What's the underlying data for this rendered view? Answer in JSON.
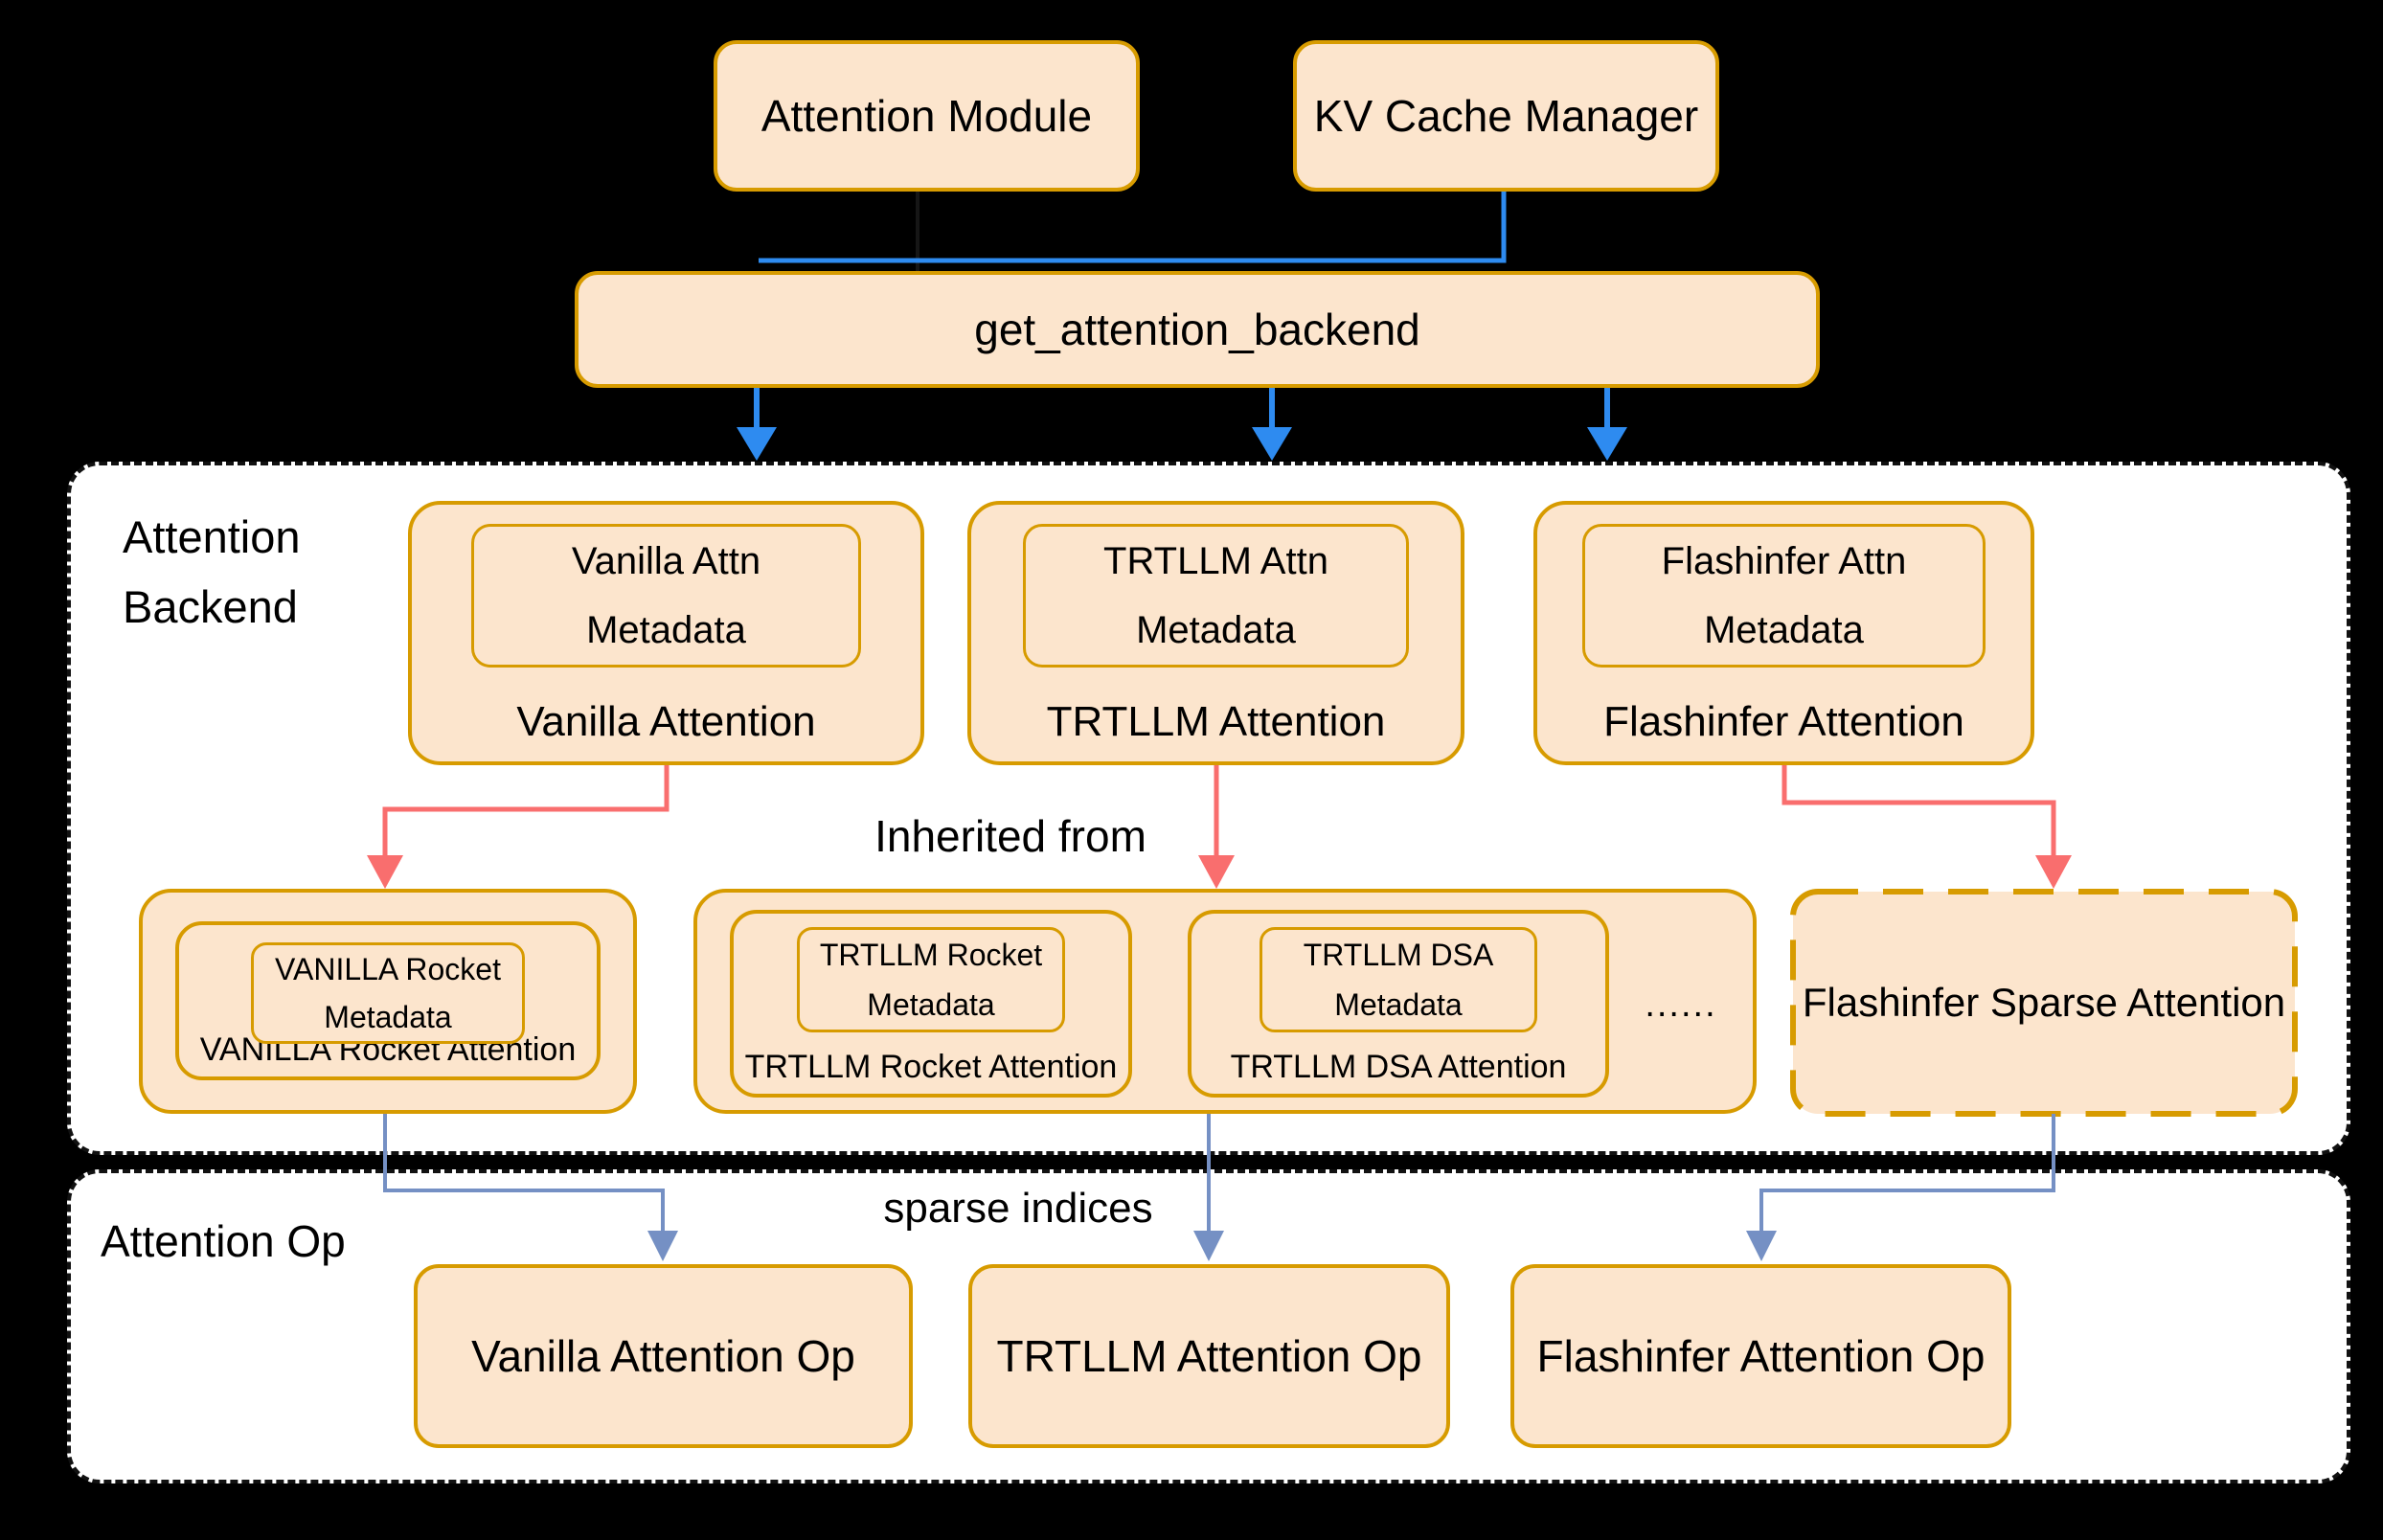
{
  "colors": {
    "background": "#000000",
    "container_bg": "#ffffff",
    "container_border": "#111111",
    "box_fill": "#fce5cd",
    "box_border": "#d79b00",
    "text": "#000000",
    "blue_arrow": "#2e8bf0",
    "red_arrow": "#f96e6e",
    "steel_arrow": "#7590c4",
    "dark_line": "#161616"
  },
  "top": {
    "attention_module": "Attention Module",
    "kv_cache_manager": "KV Cache Manager",
    "get_attention_backend": "get_attention_backend"
  },
  "backend": {
    "label_line1": "Attention",
    "label_line2": "Backend",
    "inherited_label": "Inherited from",
    "items": [
      {
        "meta_line1": "Vanilla Attn",
        "meta_line2": "Metadata",
        "name": "Vanilla Attention"
      },
      {
        "meta_line1": "TRTLLM Attn",
        "meta_line2": "Metadata",
        "name": "TRTLLM Attention"
      },
      {
        "meta_line1": "Flashinfer Attn",
        "meta_line2": "Metadata",
        "name": "Flashinfer Attention"
      }
    ],
    "inherited": [
      {
        "meta_line1": "VANILLA Rocket",
        "meta_line2": "Metadata",
        "name": "VANILLA Rocket Attention"
      },
      {
        "meta_line1": "TRTLLM Rocket",
        "meta_line2": "Metadata",
        "name": "TRTLLM Rocket Attention"
      },
      {
        "meta_line1": "TRTLLM DSA",
        "meta_line2": "Metadata",
        "name": "TRTLLM DSA Attention"
      }
    ],
    "ellipsis": "......",
    "sparse_attention": "Flashinfer Sparse Attention"
  },
  "op": {
    "label": "Attention Op",
    "sparse_indices": "sparse indices",
    "items": [
      {
        "name": "Vanilla Attention Op"
      },
      {
        "name": "TRTLLM Attention Op"
      },
      {
        "name": "Flashinfer Attention Op"
      }
    ]
  }
}
